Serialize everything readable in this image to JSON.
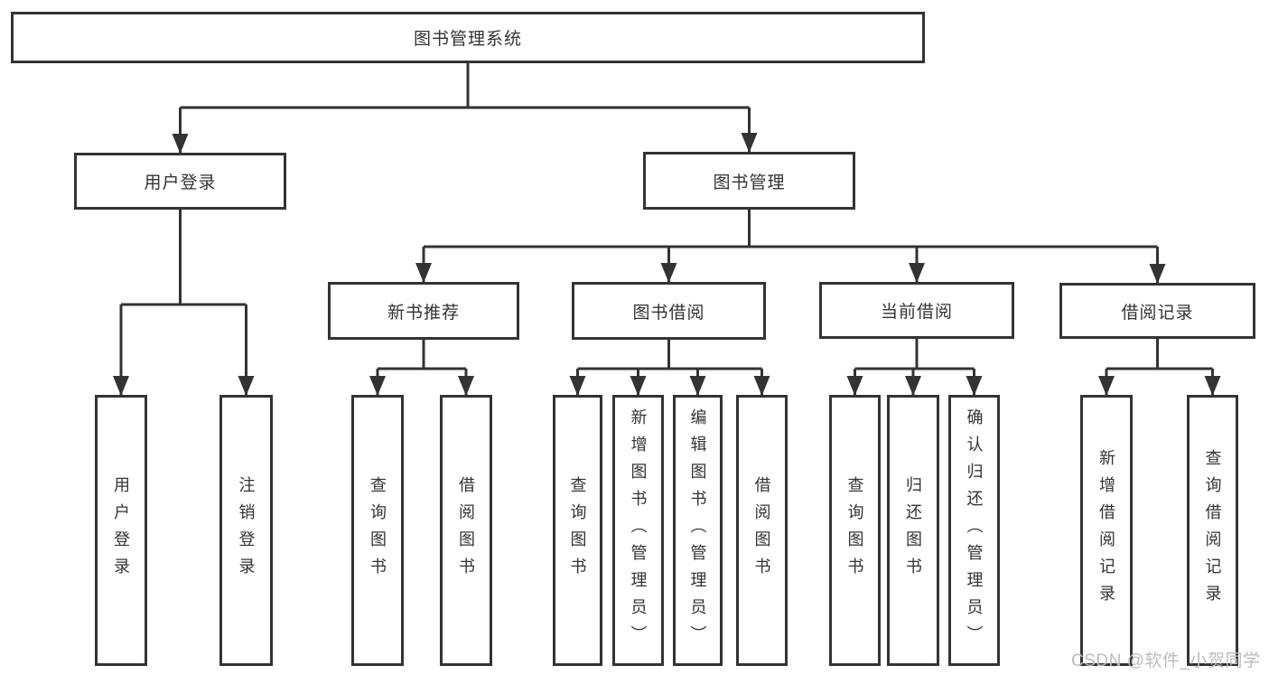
{
  "nodes": {
    "root": "图书管理系统",
    "user_login": "用户登录",
    "book_management": "图书管理",
    "new_book_recommend": "新书推荐",
    "book_borrow": "图书借阅",
    "current_borrow": "当前借阅",
    "borrow_records": "借阅记录",
    "leaf_user_login": "用户登录",
    "leaf_logout": "注销登录",
    "leaf_nb_query_book": "查询图书",
    "leaf_nb_borrow_book": "借阅图书",
    "leaf_bb_query_book": "查询图书",
    "leaf_bb_add_book": "新增图书（管理员）",
    "leaf_bb_edit_book": "编辑图书（管理员）",
    "leaf_bb_borrow_book": "借阅图书",
    "leaf_cb_query_book": "查询图书",
    "leaf_cb_return_book": "归还图书",
    "leaf_cb_confirm_return": "确认归还（管理员）",
    "leaf_br_add_record": "新增借阅记录",
    "leaf_br_query_record": "查询借阅记录"
  },
  "watermark": "CSDN @软件_小贺同学",
  "colors": {
    "line": "#333333",
    "text": "#333333",
    "watermark": "#bcbcbc",
    "background": "#ffffff"
  }
}
